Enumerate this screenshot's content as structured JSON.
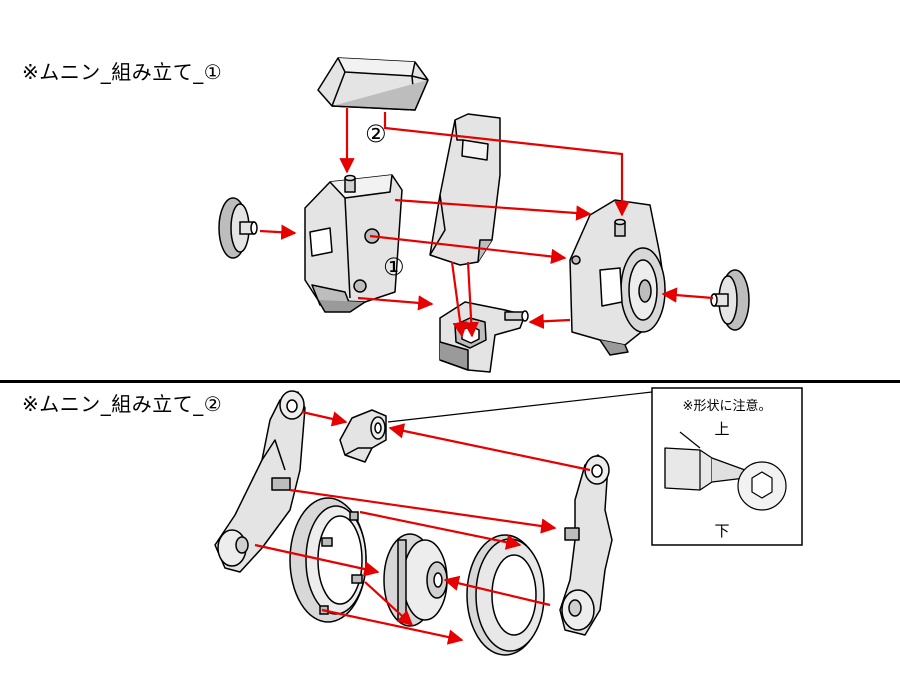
{
  "headings": {
    "step1": "※ムニン_組み立て_①",
    "step2": "※ムニン_組み立て_②"
  },
  "step_markers": {
    "order1": "①",
    "order2": "②"
  },
  "callout": {
    "note": "※形状に注意。",
    "top_label": "上",
    "bottom_label": "下"
  },
  "colors": {
    "arrow": "#e60000",
    "part_fill": "#e4e4e4",
    "part_shade": "#bdbdbd",
    "line": "#000000"
  }
}
